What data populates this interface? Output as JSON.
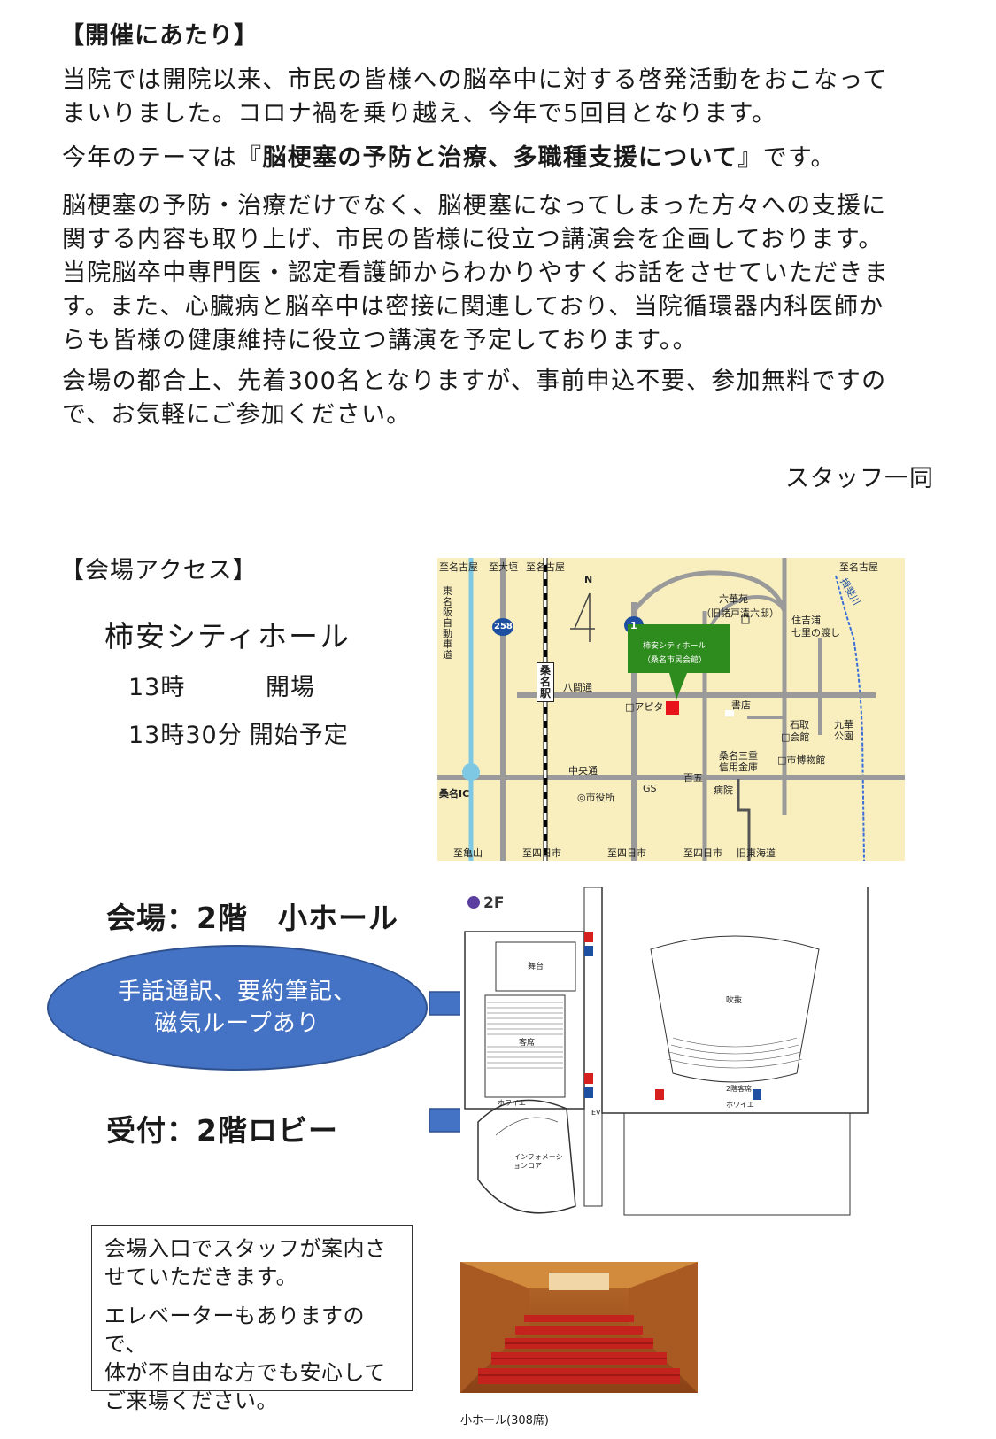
{
  "intro": {
    "heading": "【開催にあたり】",
    "p1_line1": "当院では開院以来、市民の皆様への脳卒中に対する啓発活動をおこなって",
    "p1_line2": "まいりました。コロナ禍を乗り越え、今年で5回目となります。",
    "p2_prefix": "今年のテーマは『",
    "p2_theme": "脳梗塞の予防と治療、多職種支援について",
    "p2_suffix": "』です。",
    "p3_line1": "脳梗塞の予防・治療だけでなく、脳梗塞になってしまった方々への支援に",
    "p3_line2": "関する内容も取り上げ、市民の皆様に役立つ講演会を企画しております。",
    "p3_line3": "当院脳卒中専門医・認定看護師からわかりやすくお話をさせていただきま",
    "p3_line4": "す。また、心臓病と脳卒中は密接に関連しており、当院循環器内科医師か",
    "p3_line5": "らも皆様の健康維持に役立つ講演を予定しております。。",
    "p4_line1": "会場の都合上、先着300名となりますが、事前申込不要、参加無料ですの",
    "p4_line2": "で、お気軽にご参加ください。",
    "signature": "スタッフ一同"
  },
  "access": {
    "heading": "【会場アクセス】",
    "venue_name": "柿安シティホール",
    "open_time": "13時",
    "open_label": "開場",
    "start_time": "13時30分",
    "start_label": "開始予定"
  },
  "venue": {
    "hall_label": "会場：2階　小ホール",
    "support_line1": "手話通訳、要約筆記、",
    "support_line2": "磁気ループあり",
    "reception_label": "受付：2階ロビー"
  },
  "notice": {
    "line1": "会場入口でスタッフが案内さ",
    "line2": "せていただきます。",
    "line3": "エレベーターもありますので、",
    "line4": "体が不自由な方でも安心して",
    "line5": "ご来場ください。"
  },
  "map": {
    "north": "N",
    "top_labels": [
      "至名古屋",
      "至大垣",
      "至名古屋",
      "至名古屋"
    ],
    "bottom_labels": [
      "至亀山",
      "至四日市",
      "至四日市",
      "至四日市",
      "旧東海道"
    ],
    "route_258": "258",
    "route_1": "1",
    "expressway": "東名阪自動車道",
    "station": "桑名駅",
    "ic": "桑名IC",
    "street_hakken": "八間通",
    "street_chuo": "中央通",
    "venue_box_line1": "柿安シティホール",
    "venue_box_line2": "（桑名市民会館）",
    "rokkaen": "六華苑",
    "rokkaen_sub": "（旧諸戸清六邸）",
    "sumiyoshi": "住吉浦",
    "shichiri": "七里の渡し",
    "river": "揖斐川",
    "apita": "□アピタ",
    "shoten": "書店",
    "ishidori": "石取",
    "kaikan": "□会館",
    "kyuka": "九華",
    "koen": "公園",
    "museum": "□市博物館",
    "bank": "桑名三重",
    "bank2": "信用金庫",
    "hyakugo": "百五",
    "shiyakusho": "◎市役所",
    "gs": "GS",
    "byoin": "病院"
  },
  "floorplan": {
    "floor": "2F",
    "stage": "舞台",
    "seats": "客席",
    "fukinuke": "吹抜",
    "hall_seats": "2階客席",
    "foyer": "ホワイエ",
    "foyer2": "ホワイエ",
    "info_core": "インフォメーションコア",
    "ev": "EV"
  },
  "photo_caption": "小ホール(308席)",
  "colors": {
    "ellipse_fill": "#4472c4",
    "arrow_fill": "#4472c4",
    "map_bg": "#f9efbe",
    "venue_box": "#2e8b1e",
    "venue_marker": "#e8141b",
    "route_blue": "#1e4fa0"
  }
}
